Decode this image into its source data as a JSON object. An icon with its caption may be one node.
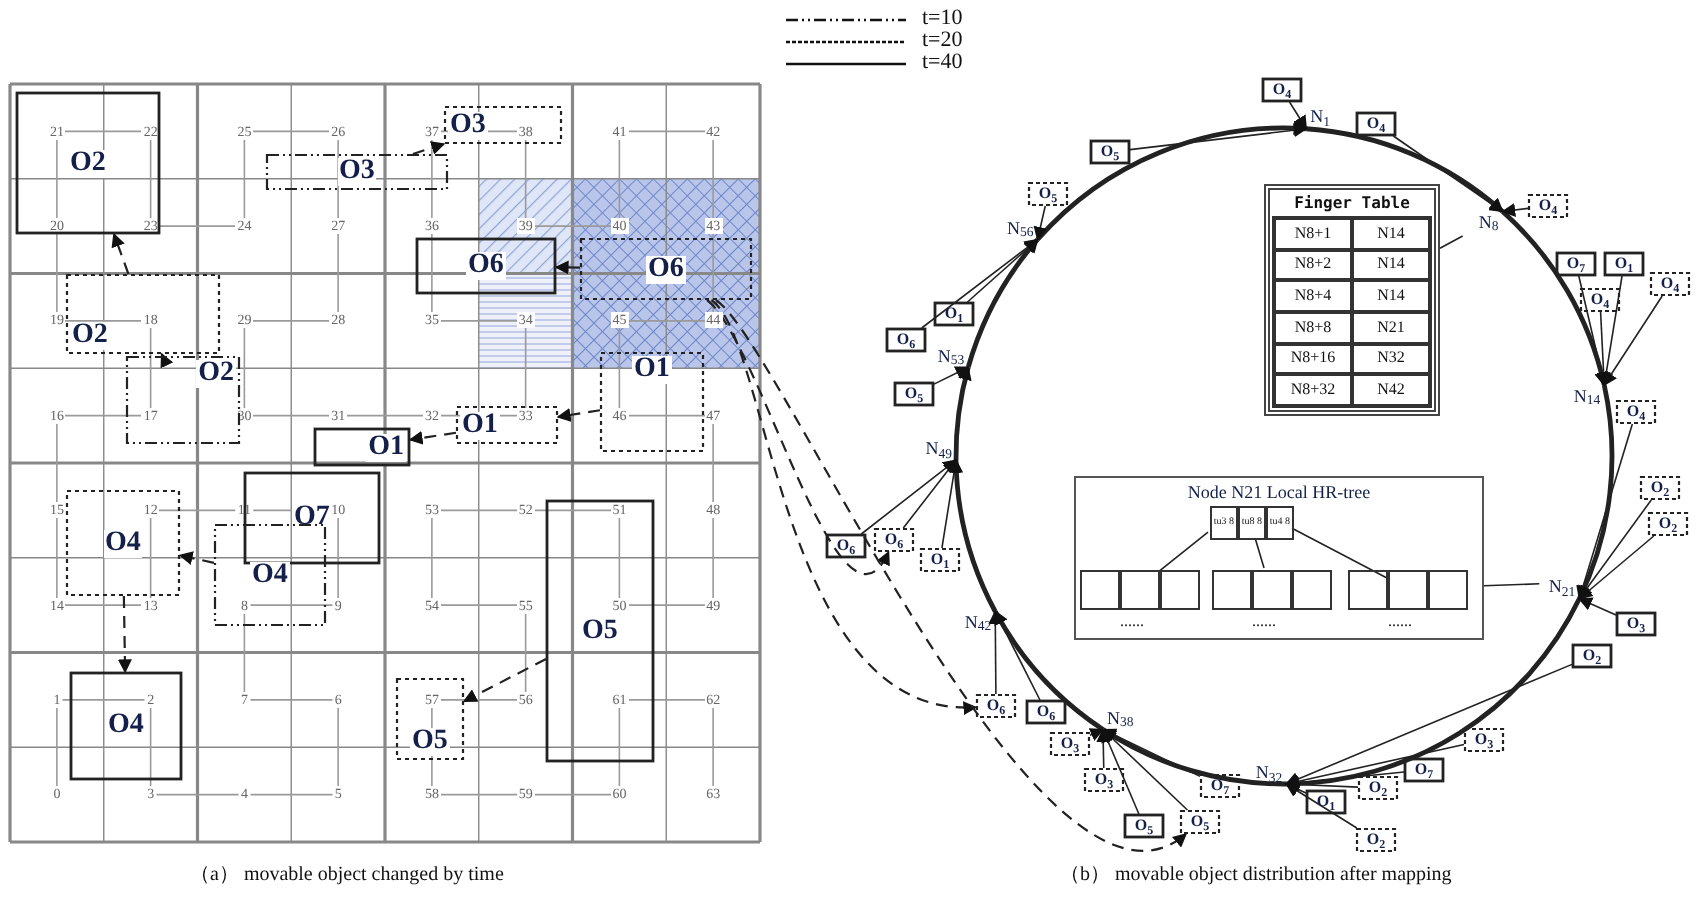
{
  "diagram": {
    "nodes": [
      {
        "text": [
          "O2"
        ]
      },
      {
        "text": [
          "O2"
        ]
      },
      {
        "text": [
          "O2"
        ]
      },
      {
        "text": [
          "O3"
        ]
      },
      {
        "text": [
          "O3"
        ]
      },
      {
        "text": [
          "O6"
        ]
      },
      {
        "text": [
          "O6"
        ]
      },
      {
        "text": [
          "O1"
        ]
      },
      {
        "text": [
          "O1"
        ]
      },
      {
        "text": [
          "O7"
        ]
      },
      {
        "text": [
          "O1"
        ]
      },
      {
        "text": [
          "O4"
        ]
      },
      {
        "text": [
          "O4"
        ]
      },
      {
        "text": [
          "O4"
        ]
      },
      {
        "text": [
          "O5"
        ]
      },
      {
        "text": [
          "O5"
        ]
      },
      {
        "text": [
          "N$_{1}$"
        ]
      },
      {
        "text": [
          "N$_{8}$"
        ]
      },
      {
        "text": [
          "N$_{14}$"
        ]
      },
      {
        "text": [
          "N$_{21}$"
        ]
      },
      {
        "text": [
          "N$_{32}$"
        ]
      },
      {
        "text": [
          "N$_{38}$"
        ]
      },
      {
        "text": [
          "N$_{42}$"
        ]
      },
      {
        "text": [
          "N$_{49}$"
        ]
      },
      {
        "text": [
          "N$_{53}$"
        ]
      },
      {
        "text": [
          "N$_{56}$"
        ]
      },
      {
        "text": [
          "O$_{4}$"
        ]
      },
      {
        "text": [
          "O$_{4}$"
        ]
      },
      {
        "text": [
          "O$_{5}$"
        ]
      },
      {
        "text": [
          "O$_{5}$"
        ]
      },
      {
        "text": [
          "O$_{1}$"
        ]
      },
      {
        "text": [
          "O$_{6}$"
        ]
      },
      {
        "text": [
          "O$_{5}$"
        ]
      },
      {
        "text": [
          "O$_{6}$"
        ]
      },
      {
        "text": [
          "O$_{6}$"
        ]
      },
      {
        "text": [
          "O$_{1}$"
        ]
      },
      {
        "text": [
          "O$_{6}$"
        ]
      },
      {
        "text": [
          "O$_{6}$"
        ]
      },
      {
        "text": [
          "O$_{3}$"
        ]
      },
      {
        "text": [
          "O$_{3}$"
        ]
      },
      {
        "text": [
          "O$_{5}$"
        ]
      },
      {
        "text": [
          "O$_{5}$"
        ]
      },
      {
        "text": [
          "O$_{7}$"
        ]
      },
      {
        "text": [
          "O$_{1}$"
        ]
      },
      {
        "text": [
          "O$_{2}$"
        ]
      },
      {
        "text": [
          "O$_{7}$"
        ]
      },
      {
        "text": [
          "O$_{3}$"
        ]
      },
      {
        "text": [
          "O$_{2}$"
        ]
      },
      {
        "text": [
          "O$_{3}$"
        ]
      },
      {
        "text": [
          "O$_{2}$"
        ]
      },
      {
        "text": [
          "O$_{2}$"
        ]
      },
      {
        "text": [
          "O$_{2}$"
        ]
      },
      {
        "text": [
          "O$_{4}$"
        ]
      },
      {
        "text": [
          "O$_{7}$"
        ]
      },
      {
        "text": [
          "O$_{1}$"
        ]
      },
      {
        "text": [
          "O$_{4}$"
        ]
      },
      {
        "text": [
          "O$_{4}$"
        ]
      },
      {
        "text": [
          "O$_{4}$"
        ]
      },
      {
        "text": [
          "Finger Table"
        ]
      },
      {
        "text": [
          "Node N21 Local HR-tree"
        ]
      },
      {
        "text": [
          "tu3 8"
        ],
        "in": 59
      },
      {
        "text": [
          "tu8 8"
        ],
        "in": 59
      },
      {
        "text": [
          "tu4 8"
        ],
        "in": 59
      },
      {
        "text": [],
        "shape": "box",
        "in": 59
      },
      {
        "text": [],
        "shape": "box",
        "in": 59
      },
      {
        "text": [],
        "shape": "box",
        "in": 59
      },
      {
        "text": [],
        "shape": "box",
        "in": 59
      },
      {
        "text": [],
        "shape": "box",
        "in": 59
      },
      {
        "text": [],
        "shape": "box",
        "in": 59
      },
      {
        "text": [],
        "shape": "box",
        "in": 59
      },
      {
        "text": [],
        "shape": "box",
        "in": 59
      },
      {
        "text": [],
        "shape": "box",
        "in": 59
      }
    ],
    "edges": [
      {
        "from": 2,
        "to": 1,
        "arrow": "to",
        "style": "dashed"
      },
      {
        "from": 1,
        "to": 0,
        "arrow": "to",
        "style": "dashed"
      },
      {
        "from": 3,
        "to": 4,
        "arrow": "to",
        "style": "dashed"
      },
      {
        "from": 6,
        "to": 5,
        "arrow": "to",
        "style": "dashed"
      },
      {
        "from": 7,
        "to": 8,
        "arrow": "to",
        "style": "dashed"
      },
      {
        "from": 8,
        "to": 10,
        "arrow": "to",
        "style": "dashed"
      },
      {
        "from": 12,
        "to": 11,
        "arrow": "to",
        "style": "dashed"
      },
      {
        "from": 11,
        "to": 13,
        "arrow": "to",
        "style": "dashed"
      },
      {
        "from": 14,
        "to": 15,
        "arrow": "to",
        "style": "dashed"
      },
      {
        "from": 6,
        "to": 34,
        "arrow": "to",
        "style": "dashed"
      },
      {
        "from": 6,
        "to": 36,
        "arrow": "to",
        "style": "dashed"
      },
      {
        "from": 6,
        "to": 41,
        "arrow": "to",
        "style": "dashed"
      },
      {
        "from": 16,
        "to": 17,
        "arrow": "to",
        "style": "thick"
      },
      {
        "from": 17,
        "to": 18,
        "arrow": "to",
        "style": "thick"
      },
      {
        "from": 18,
        "to": 19,
        "arrow": "to",
        "style": "thick"
      },
      {
        "from": 19,
        "to": 20,
        "arrow": "to",
        "style": "thick"
      },
      {
        "from": 20,
        "to": 21,
        "arrow": "to",
        "style": "thick"
      },
      {
        "from": 21,
        "to": 22,
        "arrow": "to",
        "style": "thick"
      },
      {
        "from": 22,
        "to": 23,
        "arrow": "to",
        "style": "thick"
      },
      {
        "from": 23,
        "to": 24,
        "arrow": "to",
        "style": "thick"
      },
      {
        "from": 24,
        "to": 25,
        "arrow": "to",
        "style": "thick"
      },
      {
        "from": 25,
        "to": 16,
        "arrow": "to",
        "style": "thick"
      },
      {
        "from": 26,
        "to": 16,
        "arrow": "to"
      },
      {
        "from": 27,
        "to": 17,
        "arrow": "to"
      },
      {
        "from": 28,
        "to": 16,
        "arrow": "to"
      },
      {
        "from": 29,
        "to": 25,
        "arrow": "to"
      },
      {
        "from": 30,
        "to": 25,
        "arrow": "to"
      },
      {
        "from": 31,
        "to": 25,
        "arrow": "to"
      },
      {
        "from": 32,
        "to": 24,
        "arrow": "to"
      },
      {
        "from": 33,
        "to": 23,
        "arrow": "to"
      },
      {
        "from": 34,
        "to": 23,
        "arrow": "to"
      },
      {
        "from": 35,
        "to": 23,
        "arrow": "to"
      },
      {
        "from": 36,
        "to": 22,
        "arrow": "to"
      },
      {
        "from": 37,
        "to": 22,
        "arrow": "to"
      },
      {
        "from": 38,
        "to": 21,
        "arrow": "to"
      },
      {
        "from": 39,
        "to": 21,
        "arrow": "to"
      },
      {
        "from": 40,
        "to": 21,
        "arrow": "to"
      },
      {
        "from": 41,
        "to": 21,
        "arrow": "to"
      },
      {
        "from": 42,
        "to": 21,
        "arrow": "to"
      },
      {
        "from": 43,
        "to": 20,
        "arrow": "to"
      },
      {
        "from": 44,
        "to": 20,
        "arrow": "to"
      },
      {
        "from": 45,
        "to": 20,
        "arrow": "to"
      },
      {
        "from": 46,
        "to": 20,
        "arrow": "to"
      },
      {
        "from": 47,
        "to": 20,
        "arrow": "to"
      },
      {
        "from": 48,
        "to": 19,
        "arrow": "to"
      },
      {
        "from": 49,
        "to": 20,
        "arrow": "to"
      },
      {
        "from": 50,
        "to": 19,
        "arrow": "to"
      },
      {
        "from": 51,
        "to": 19,
        "arrow": "to"
      },
      {
        "from": 52,
        "to": 19,
        "arrow": "to"
      },
      {
        "from": 53,
        "to": 18,
        "arrow": "to"
      },
      {
        "from": 54,
        "to": 18,
        "arrow": "to"
      },
      {
        "from": 55,
        "to": 18,
        "arrow": "to"
      },
      {
        "from": 56,
        "to": 18,
        "arrow": "to"
      },
      {
        "from": 57,
        "to": 17,
        "arrow": "to"
      },
      {
        "from": 58,
        "to": 17,
        "arrow": "none"
      },
      {
        "from": 59,
        "to": 19,
        "arrow": "none"
      },
      {
        "from": 60,
        "to": 64,
        "arrow": "none"
      },
      {
        "from": 61,
        "to": 67,
        "arrow": "none"
      },
      {
        "from": 62,
        "to": 70,
        "arrow": "none"
      }
    ],
    "labels": [
      "21",
      "22",
      "25",
      "26",
      "37",
      "38",
      "41",
      "42",
      "20",
      "23",
      "24",
      "27",
      "36",
      "39",
      "40",
      "43",
      "19",
      "18",
      "29",
      "28",
      "35",
      "34",
      "45",
      "44",
      "16",
      "17",
      "30",
      "31",
      "32",
      "33",
      "46",
      "47",
      "15",
      "12",
      "11",
      "10",
      "53",
      "52",
      "51",
      "48",
      "14",
      "13",
      "8",
      "9",
      "54",
      "55",
      "50",
      "49",
      "1",
      "2",
      "7",
      "6",
      "57",
      "56",
      "61",
      "62",
      "0",
      "3",
      "4",
      "5",
      "58",
      "59",
      "60",
      "63",
      "N8+1",
      "N14",
      "N8+2",
      "N14",
      "N8+4",
      "N14",
      "N8+8",
      "N21",
      "N8+16",
      "N32",
      "N8+32",
      "N42",
      "......",
      "......",
      "......",
      "（a） movable object changed by time",
      "（b） movable object distribution after mapping"
    ],
    "legend": [
      {
        "text": "t=10"
      },
      {
        "text": "t=20"
      },
      {
        "text": "t=40"
      }
    ]
  }
}
